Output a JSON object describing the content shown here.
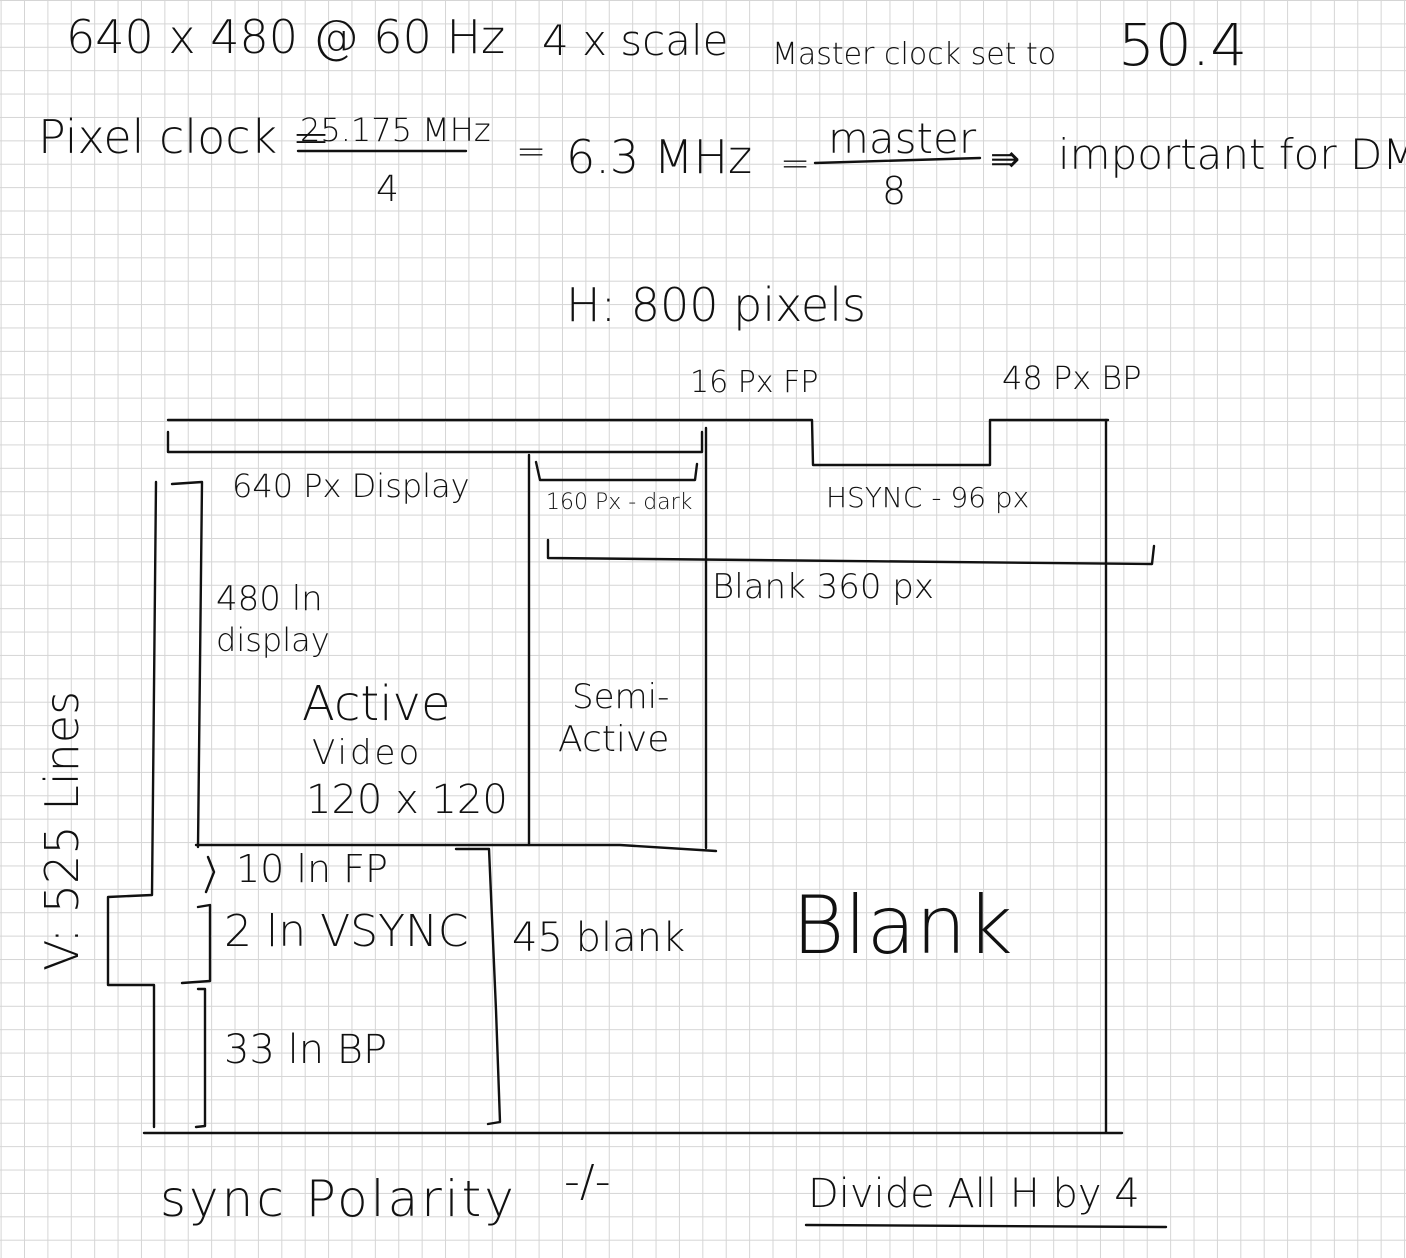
{
  "header": {
    "resolution": "640 x 480 @ 60 Hz",
    "scale": "4 x scale",
    "master_clock_label": "Master clock set to",
    "master_clock_value": "50.4"
  },
  "pixel_clock": {
    "label": "Pixel clock =",
    "numerator": "25.175 MHz",
    "denominator": "4",
    "equals": "=",
    "result": "6.3 MHz",
    "approx": "=",
    "master_numerator": "master",
    "master_denominator": "8",
    "implies": "⇛",
    "note": "important for DMA"
  },
  "horizontal": {
    "title": "H: 800 pixels",
    "front_porch": "16 Px FP",
    "back_porch": "48 Px BP",
    "display": "640 Px Display",
    "dark": "160 Px - dark",
    "hsync": "HSYNC - 96 px",
    "blank": "Blank 360 px"
  },
  "vertical": {
    "title": "V: 525 Lines",
    "display_lines": "480 ln",
    "display_word": "display",
    "front_porch": "10 ln FP",
    "vsync": "2 ln VSYNC",
    "back_porch": "33 ln BP",
    "blank": "45 blank"
  },
  "regions": {
    "active_title": "Active",
    "active_sub": "Video",
    "active_res": "120 x 120",
    "semi_line1": "Semi-",
    "semi_line2": "Active",
    "blank_big": "Blank"
  },
  "footer": {
    "polarity": "sync Polarity",
    "polarity_value": "-/-",
    "divide": "Divide All H by 4"
  }
}
